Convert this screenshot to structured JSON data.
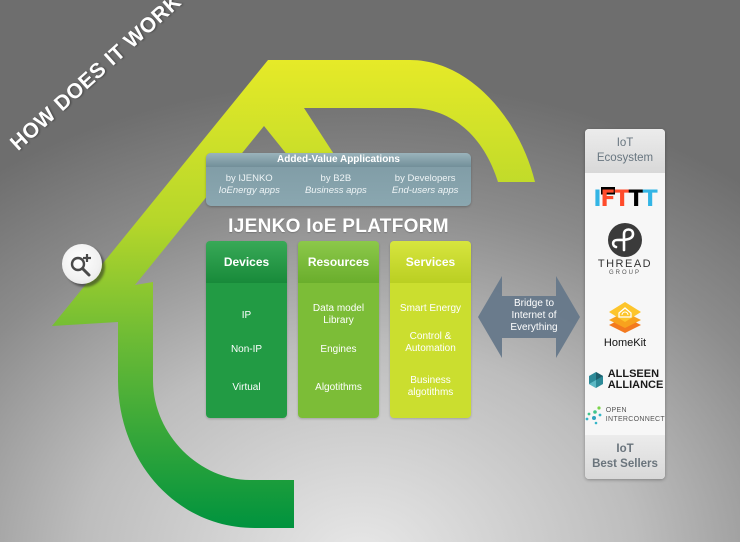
{
  "title": "HOW DOES IT WORK ?",
  "zoom_button": {
    "icon": "zoom-in-icon"
  },
  "added_value": {
    "title": "Added-Value Applications",
    "columns": [
      {
        "by": "by IJENKO",
        "apps": "IoEnergy apps"
      },
      {
        "by": "by B2B",
        "apps": "Business apps"
      },
      {
        "by": "by Developers",
        "apps": "End-users apps"
      }
    ]
  },
  "platform": {
    "title": "IJENKO IoE PLATFORM",
    "columns": [
      {
        "header": "Devices",
        "color": "#229b44",
        "items": [
          "IP",
          "Non-IP",
          "Virtual"
        ]
      },
      {
        "header": "Resources",
        "color": "#7cbd37",
        "items": [
          "Data model Library",
          "Engines",
          "Algotithms"
        ]
      },
      {
        "header": "Services",
        "color": "#cbde2f",
        "items": [
          "Smart Energy",
          "Control & Automation",
          "Business algotithms"
        ]
      }
    ]
  },
  "bridge": {
    "line1": "Bridge to",
    "line2": "Internet of",
    "line3": "Everything"
  },
  "ecosystem": {
    "header_line1": "IoT",
    "header_line2": "Ecosystem",
    "footer_line1": "IoT",
    "footer_line2": "Best Sellers",
    "logos": {
      "ifttt": [
        "I",
        "F",
        "T",
        "T",
        "T"
      ],
      "thread": {
        "name": "THREAD",
        "sub": "GROUP"
      },
      "homekit": "HomeKit",
      "allseen": {
        "line1": "ALLSEEN",
        "line2": "ALLIANCE"
      },
      "oic": {
        "line1": "OPEN",
        "line2": "INTERCONNECT"
      }
    }
  },
  "colors": {
    "house_top": "#e3e829",
    "house_bottom": "#00953f",
    "bridge_arrow": "#66788a"
  }
}
